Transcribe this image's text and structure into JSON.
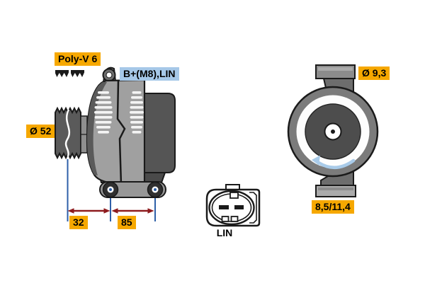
{
  "diagram_type": "alternator-technical-drawing",
  "labels": {
    "belt_type": "Poly-V 6",
    "terminal": "B+(M8),LIN",
    "pulley_diameter": "Ø 52",
    "dim_pulley_to_front_foot": "32",
    "dim_front_foot_to_rear_foot": "85",
    "mount_hole_diameter": "Ø 9,3",
    "mount_hole_width": "8,5/11,4",
    "connector_type": "LIN"
  },
  "icons": {
    "belt_profile": "poly-v-belt-profile-icon",
    "rotation_direction": "rotation-direction-arrow-icon"
  },
  "colors": {
    "background": "#FFFFFF",
    "label_yellow": "#F6A800",
    "label_blue": "#A6C8E8",
    "dimension_line_blue": "#2E5FA8",
    "dimension_arrow_red": "#8E1B1E",
    "rotation_arrow_blue": "#A9CBE9",
    "housing_light_gray": "#A0A0A0",
    "housing_dark_gray": "#555555",
    "outline_black": "#1A1A1A"
  }
}
